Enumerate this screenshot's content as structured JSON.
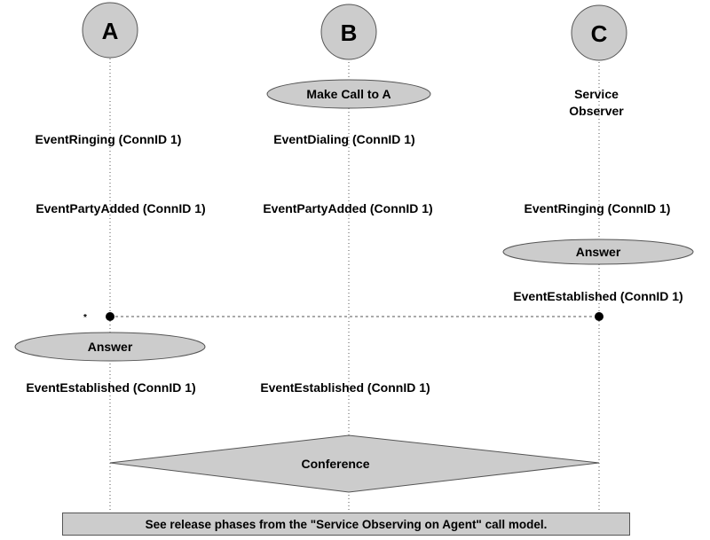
{
  "parties": [
    {
      "id": "A",
      "label": "A"
    },
    {
      "id": "B",
      "label": "B"
    },
    {
      "id": "C",
      "label": "C"
    }
  ],
  "colors": {
    "shape_fill": "#cccccc",
    "stroke": "#555555",
    "lifeline": "#555555",
    "text": "#000000"
  },
  "actions": {
    "b_make_call": "Make Call to A",
    "c_answer": "Answer",
    "a_answer": "Answer"
  },
  "labels": {
    "service_observer_line1": "Service",
    "service_observer_line2": "Observer",
    "a_event_ringing": "EventRinging (ConnID 1)",
    "b_event_dialing": "EventDialing (ConnID 1)",
    "a_party_added": "EventPartyAdded (ConnID 1)",
    "b_party_added": "EventPartyAdded (ConnID 1)",
    "c_event_ringing": "EventRinging (ConnID 1)",
    "c_established": "EventEstablished (ConnID 1)",
    "a_established": "EventEstablished (ConnID 1)",
    "b_established": "EventEstablished (ConnID 1)",
    "asterisk": "*",
    "conference": "Conference"
  },
  "footer": "See release phases  from the \"Service Observing on Agent\" call model."
}
